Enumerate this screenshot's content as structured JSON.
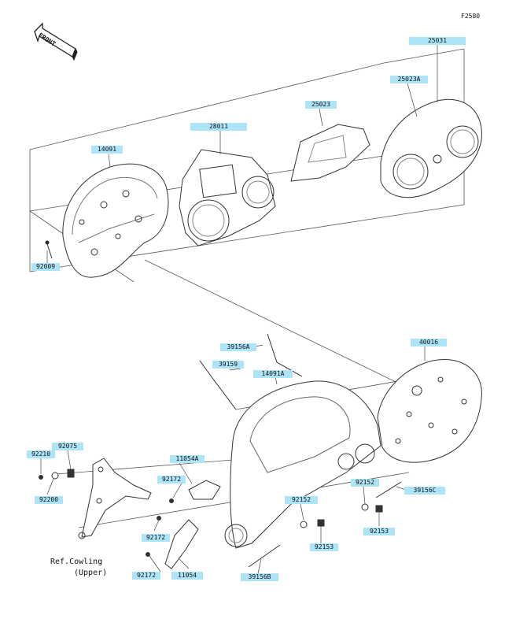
{
  "figure_id": "F2580",
  "front_label": "FRONT",
  "ref_cowling": {
    "line1": "Ref.Cowling",
    "line2": "(Upper)"
  },
  "labels": {
    "p25031": "25031",
    "p25023A": "25023A",
    "p25023": "25023",
    "p28011": "28011",
    "p14091": "14091",
    "p92009": "92009",
    "p39156A": "39156A",
    "p39159": "39159",
    "p14091A": "14091A",
    "p40016": "40016",
    "p92210": "92210",
    "p92075": "92075",
    "p92200": "92200",
    "p11054A": "11054A",
    "p92172a": "92172",
    "p92172b": "92172",
    "p92172c": "92172",
    "p11054": "11054",
    "p92152a": "92152",
    "p92152b": "92152",
    "p39156C": "39156C",
    "p92153a": "92153",
    "p92153b": "92153",
    "p39156B": "39156B"
  }
}
